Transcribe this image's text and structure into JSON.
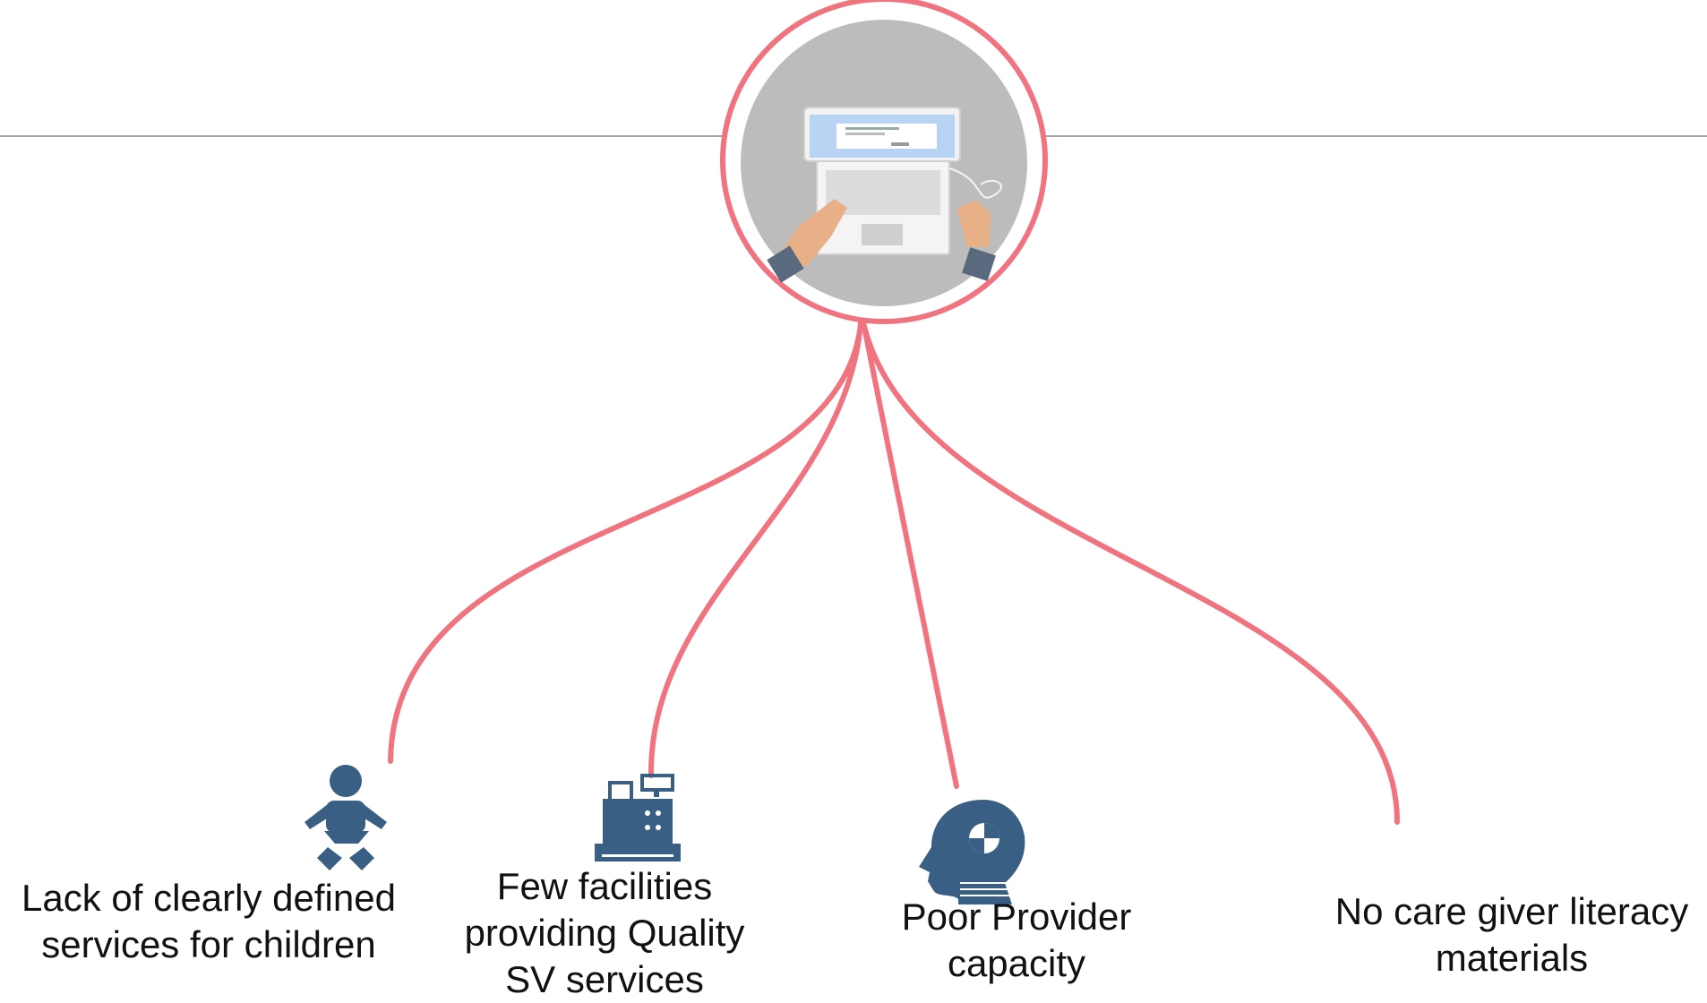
{
  "diagram": {
    "hub": {
      "icon": "laptop-typing-icon"
    },
    "branches": [
      {
        "icon": "baby-icon",
        "lines": [
          "Lack of clearly defined",
          "services for children"
        ]
      },
      {
        "icon": "cash-register-icon",
        "lines": [
          "Few facilities",
          "providing Quality",
          "SV services"
        ]
      },
      {
        "icon": "head-thinking-icon",
        "lines": [
          "Poor Provider",
          "capacity"
        ]
      },
      {
        "icon": "",
        "lines": [
          "No care giver literacy",
          "materials"
        ]
      }
    ]
  },
  "colors": {
    "connector": "#f07480",
    "icon": "#3a5f84",
    "hub_fill": "#bcbcbc",
    "rule": "#888888"
  }
}
